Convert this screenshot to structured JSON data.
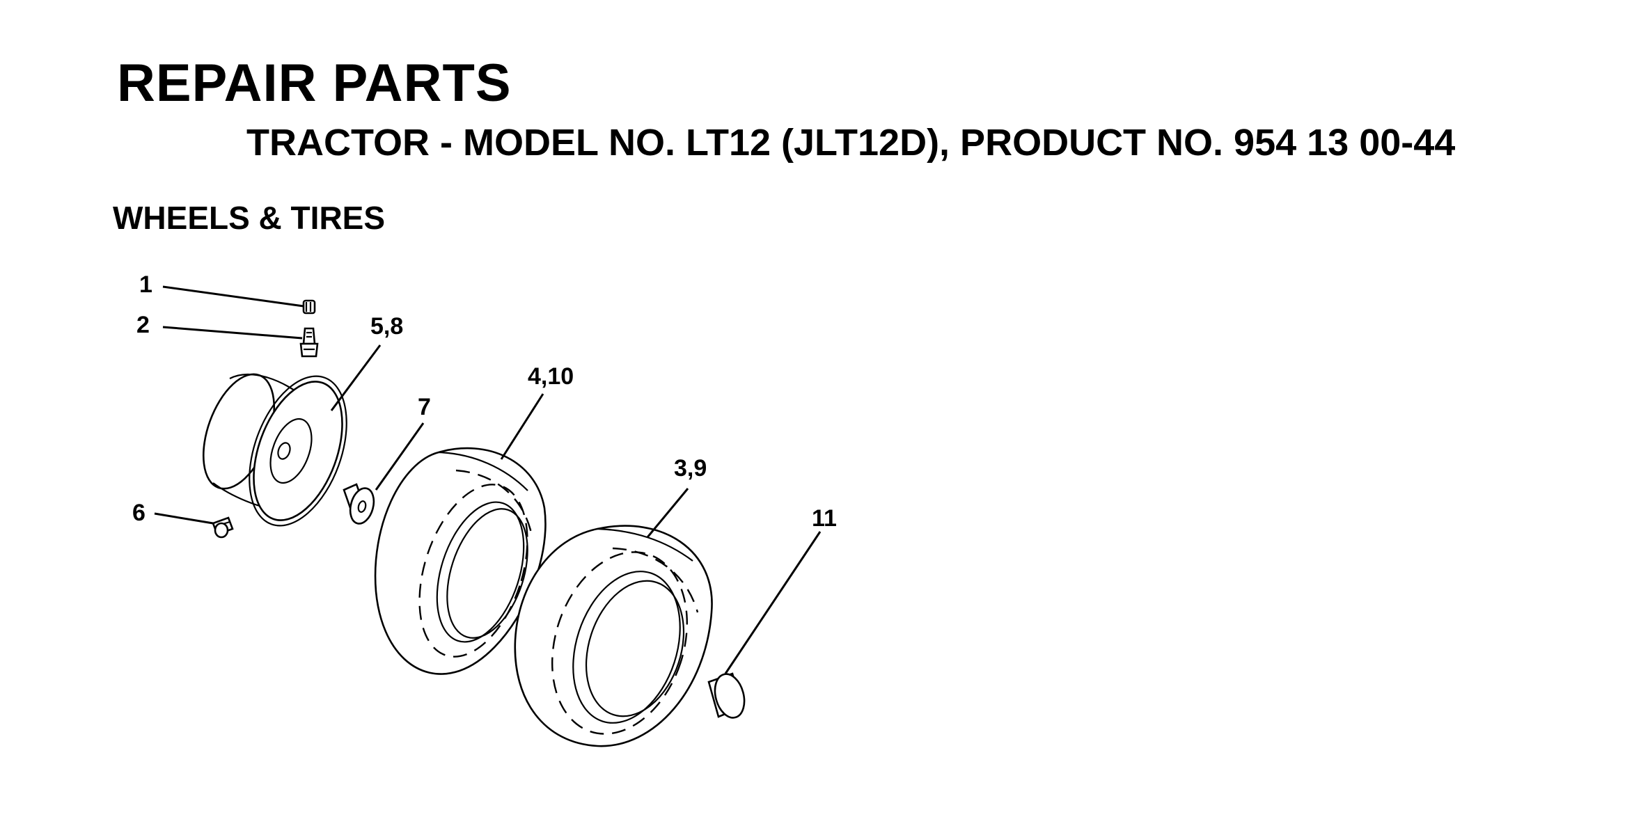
{
  "header": {
    "title": "REPAIR PARTS",
    "subtitle": "TRACTOR - MODEL NO. LT12 (JLT12D), PRODUCT NO. 954 13 00-44",
    "section": "WHEELS & TIRES"
  },
  "callouts": {
    "c1": "1",
    "c2": "2",
    "c58": "5,8",
    "c410": "4,10",
    "c7": "7",
    "c39": "3,9",
    "c6": "6",
    "c11": "11"
  }
}
